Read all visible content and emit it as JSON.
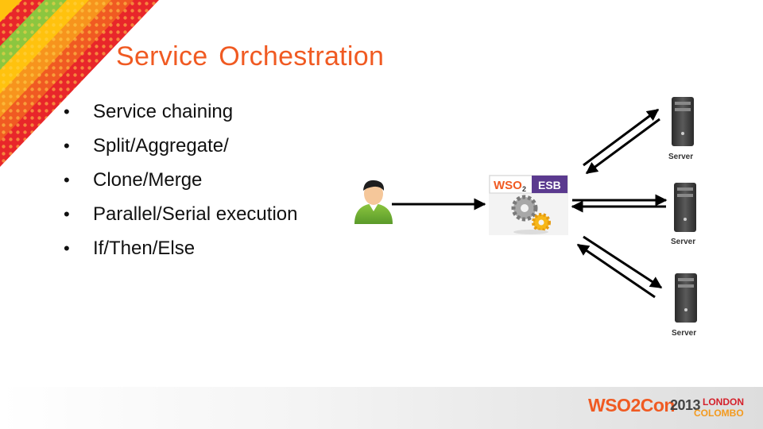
{
  "slide": {
    "title": "Service Orchestration",
    "bullets": [
      "Service chaining",
      "Split/Aggregate/",
      "Clone/Merge",
      "Parallel/Serial execution",
      "If/Then/Else"
    ],
    "bullet_symbol": "•"
  },
  "diagram": {
    "esb_logo": {
      "brand": "WSO",
      "sub": "2",
      "product": "ESB"
    },
    "servers": [
      {
        "label": "Server"
      },
      {
        "label": "Server"
      },
      {
        "label": "Server"
      }
    ]
  },
  "footer": {
    "event_name": "WSO2Con",
    "year": "2013",
    "cities": [
      "LONDON",
      "COLOMBO"
    ]
  },
  "colors": {
    "title": "#f05a22",
    "esb_purple": "#5b3a8f",
    "brand_orange": "#f05a22",
    "london_red": "#d4202a",
    "colombo_orange": "#f39a1e"
  },
  "icons": {
    "user": "user-icon",
    "gears": "gears-icon",
    "server": "server-icon"
  }
}
